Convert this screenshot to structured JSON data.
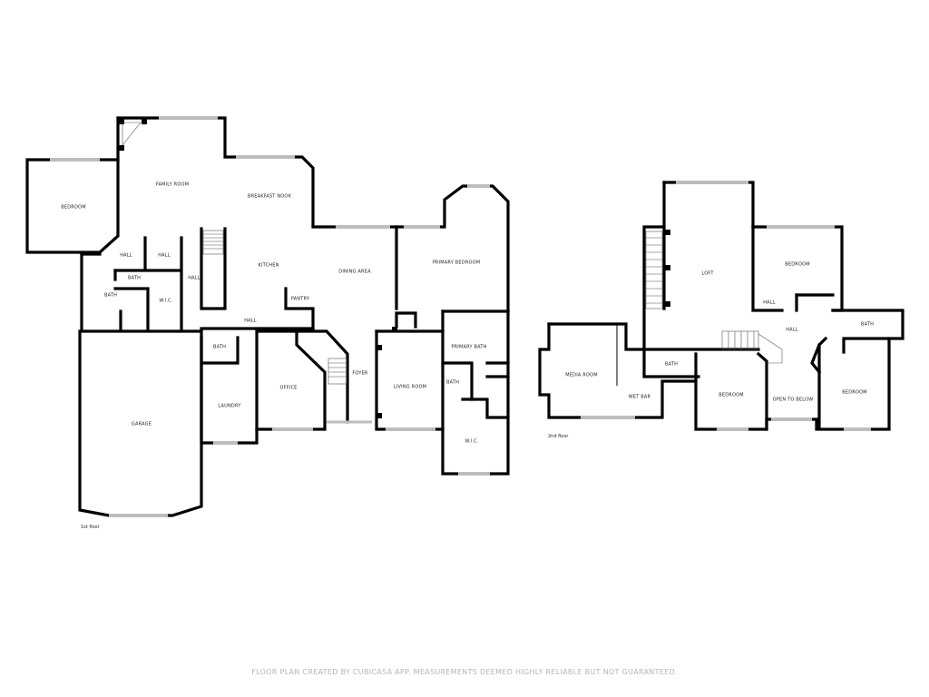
{
  "floors": [
    {
      "label": "1st floor",
      "rooms": [
        "FAMILY ROOM",
        "BREAKFAST NOOK",
        "BEDROOM",
        "HALL",
        "HALL",
        "BATH",
        "BATH",
        "W.I.C.",
        "HALL",
        "KITCHEN",
        "PANTRY",
        "DINING AREA",
        "PRIMARY BEDROOM",
        "HALL",
        "BATH",
        "OFFICE",
        "FOYER",
        "LIVING ROOM",
        "PRIMARY BATH",
        "BATH",
        "LAUNDRY",
        "GARAGE",
        "W.I.C."
      ]
    },
    {
      "label": "2nd floor",
      "rooms": [
        "LOFT",
        "BEDROOM",
        "HALL",
        "HALL",
        "BATH",
        "MEDIA ROOM",
        "WET BAR",
        "BATH",
        "BEDROOM",
        "OPEN TO BELOW",
        "BEDROOM"
      ]
    }
  ],
  "footer": "FLOOR PLAN CREATED BY CUBICASA APP. MEASUREMENTS DEEMED HIGHLY RELIABLE BUT NOT GUARANTEED."
}
